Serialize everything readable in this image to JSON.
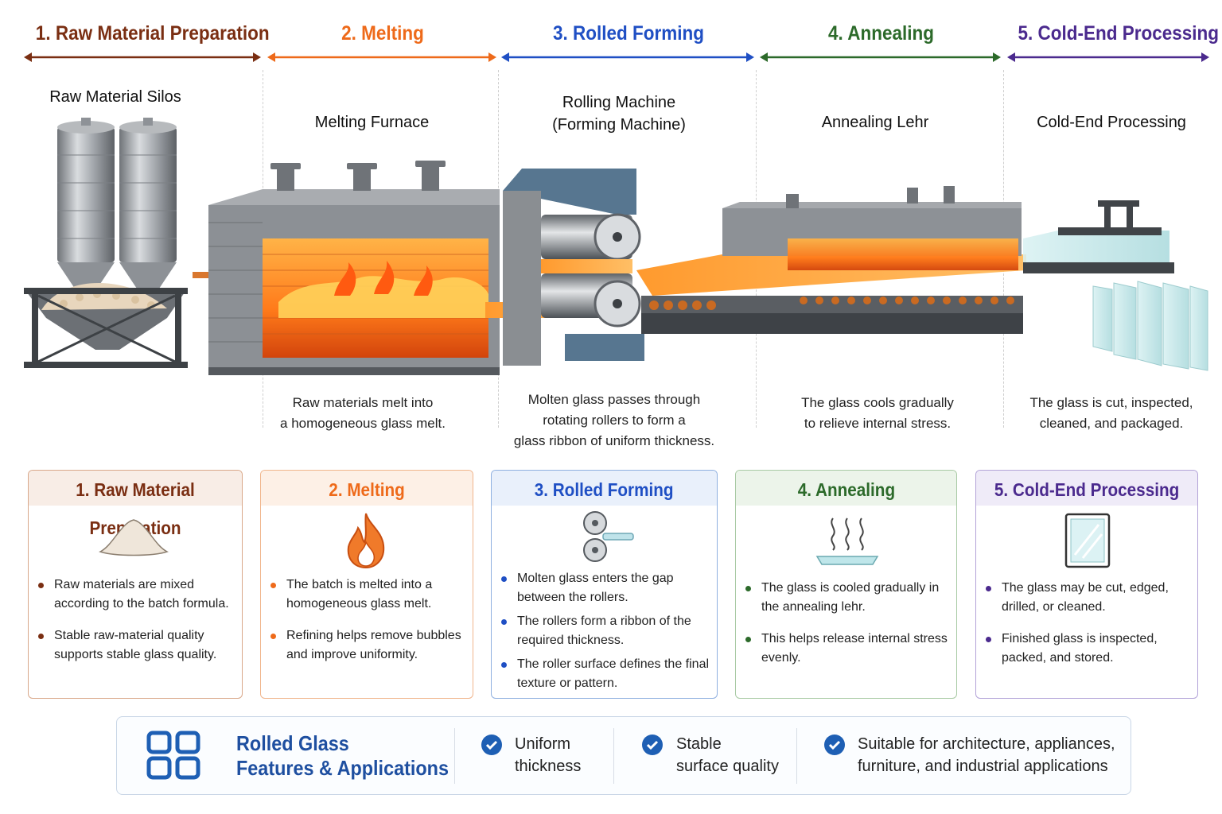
{
  "stages": [
    {
      "title": "1. Raw Material Preparation",
      "color": "#7a2e12"
    },
    {
      "title": "2. Melting",
      "color": "#ee6a1a"
    },
    {
      "title": "3. Rolled Forming",
      "color": "#1f4fc4"
    },
    {
      "title": "4. Annealing",
      "color": "#2c6a2a"
    },
    {
      "title": "5. Cold-End Processing",
      "color": "#4b2a8e"
    }
  ],
  "equipment": {
    "silos": "Raw Material Silos",
    "furnace": "Melting Furnace",
    "rolling_line1": "Rolling Machine",
    "rolling_line2": "(Forming Machine)",
    "lehr": "Annealing Lehr",
    "cold_end": "Cold-End Processing"
  },
  "descriptions": {
    "melting_line1": "Raw materials melt into",
    "melting_line2": "a homogeneous glass melt.",
    "forming_line1": "Molten glass passes through",
    "forming_line2": "rotating rollers to form a",
    "forming_line3": "glass ribbon of uniform thickness.",
    "annealing_line1": "The glass cools gradually",
    "annealing_line2": "to relieve internal stress.",
    "cold_line1": "The glass is cut, inspected,",
    "cold_line2": "cleaned, and packaged."
  },
  "cards": [
    {
      "title": "1. Raw Material Preparation",
      "icon": "sand-pile-icon",
      "color": "#7a2e12",
      "head_bg": "#f8ede6",
      "border": "#d9a88a",
      "bullets": [
        "Raw materials are mixed according to the batch formula.",
        "Stable raw-material quality supports stable glass quality."
      ]
    },
    {
      "title": "2. Melting",
      "icon": "flame-icon",
      "color": "#ee6a1a",
      "head_bg": "#fdf0e6",
      "border": "#f0b58c",
      "bullets": [
        "The batch is melted into a homogeneous glass melt.",
        "Refining helps remove bubbles and improve uniformity."
      ]
    },
    {
      "title": "3. Rolled Forming",
      "icon": "rollers-icon",
      "color": "#1f4fc4",
      "head_bg": "#e9f0fb",
      "border": "#8fb0e0",
      "bullets": [
        "Molten glass enters the gap between the rollers.",
        "The rollers form a ribbon of the required thickness.",
        "The roller surface defines the final texture or pattern."
      ]
    },
    {
      "title": "4. Annealing",
      "icon": "cooling-glass-icon",
      "color": "#2c6a2a",
      "head_bg": "#ecf4ea",
      "border": "#a8caa4",
      "bullets": [
        "The glass is cooled gradually in the annealing lehr.",
        "This helps release internal stress evenly."
      ]
    },
    {
      "title": "5. Cold-End Processing",
      "icon": "glass-pane-icon",
      "color": "#4b2a8e",
      "head_bg": "#efebf8",
      "border": "#b3a3d8",
      "bullets": [
        "The glass may be cut, edged, drilled, or cleaned.",
        "Finished glass is inspected, packed, and stored."
      ]
    }
  ],
  "footer": {
    "title_line1": "Rolled Glass",
    "title_line2": "Features & Applications",
    "features": [
      {
        "line1": "Uniform",
        "line2": "thickness"
      },
      {
        "line1": "Stable",
        "line2": "surface quality"
      },
      {
        "line1": "Suitable for architecture, appliances,",
        "line2": "furniture, and industrial applications"
      }
    ],
    "accent": "#1e5fb4"
  }
}
